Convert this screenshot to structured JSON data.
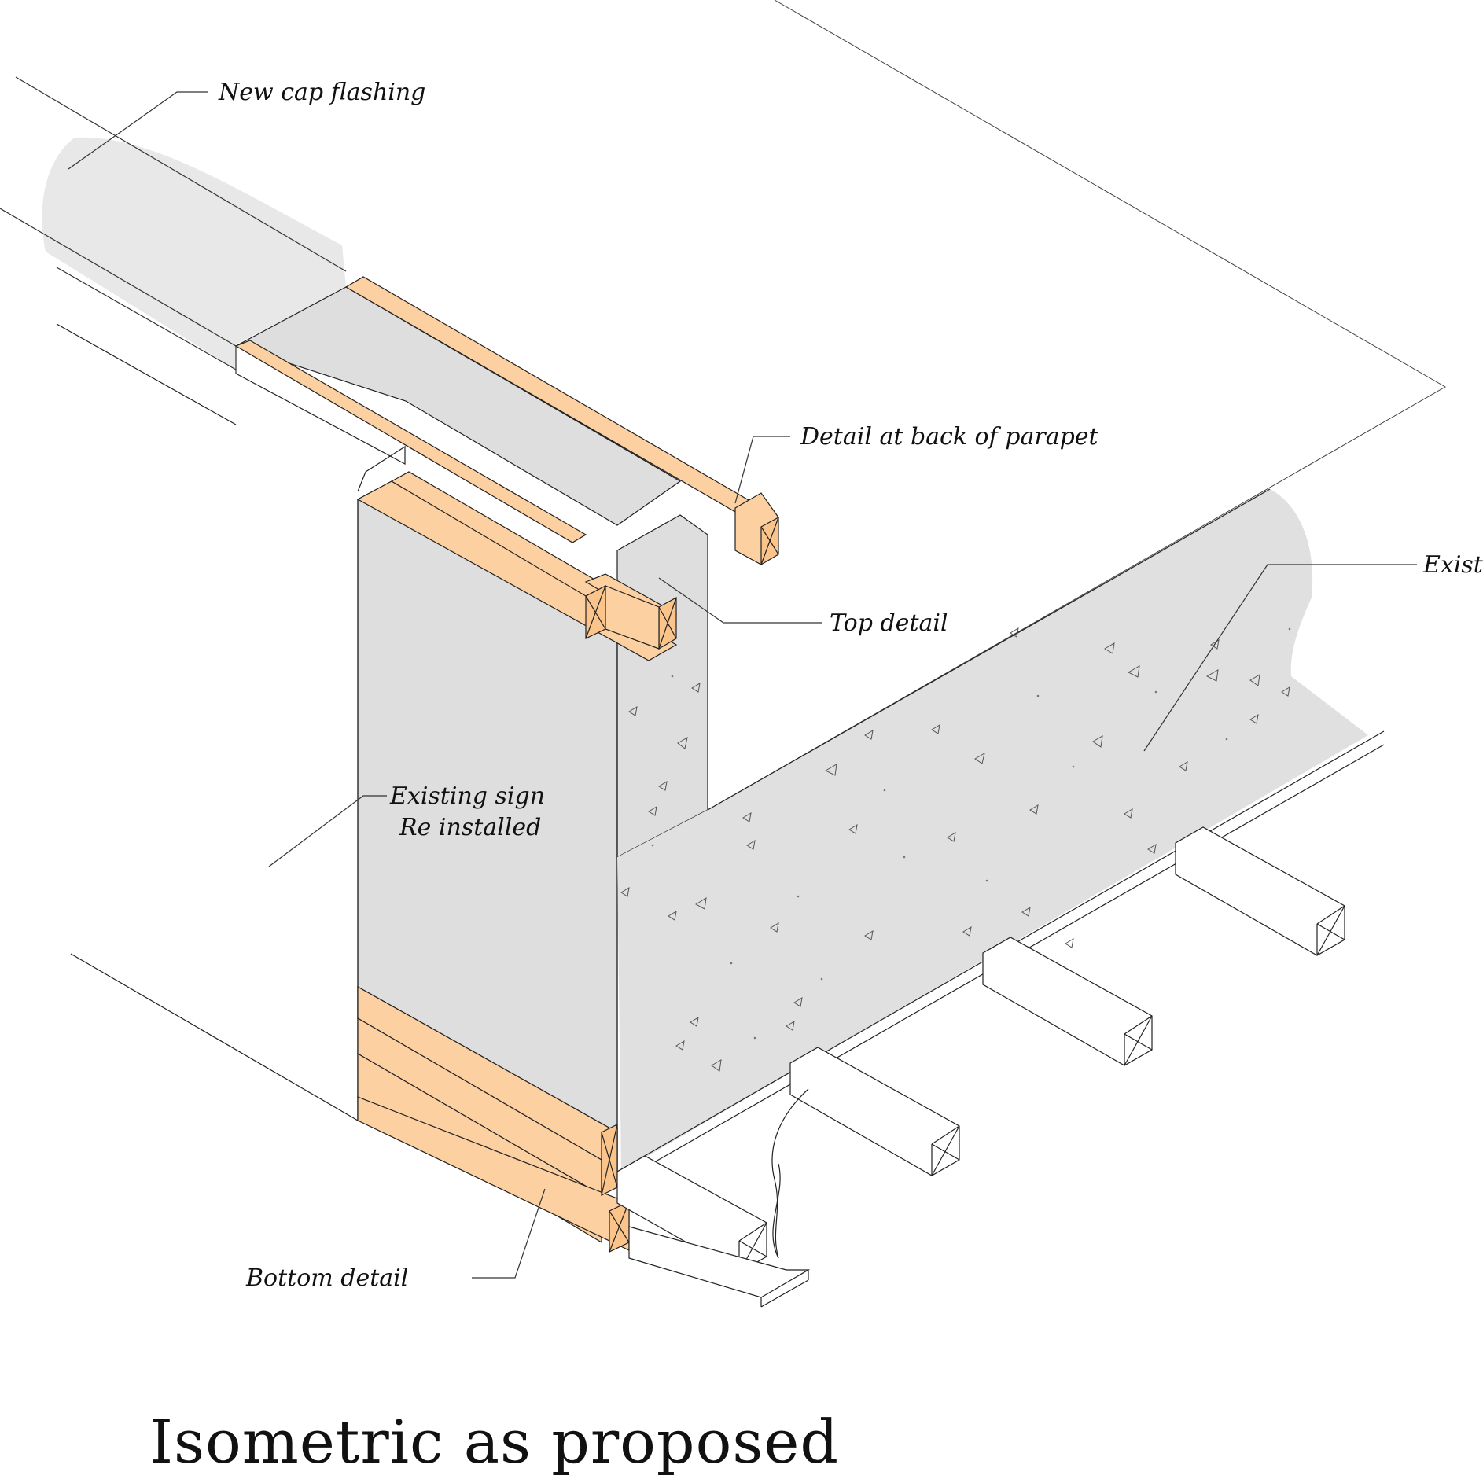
{
  "title": "Isometric as proposed",
  "callouts": {
    "new_cap_flashing": "New cap flashing",
    "detail_back_parapet": "Detail at back of parapet",
    "top_detail": "Top detail",
    "existing_right": "Existi",
    "existing_sign_line1": "Existing sign",
    "existing_sign_line2": "Re installed",
    "bottom_detail": "Bottom detail"
  },
  "colors": {
    "lumber": "#fdd0a2",
    "flashing": "#e8e8e8",
    "sign": "#dedede",
    "concrete": "#e0e0e0"
  }
}
